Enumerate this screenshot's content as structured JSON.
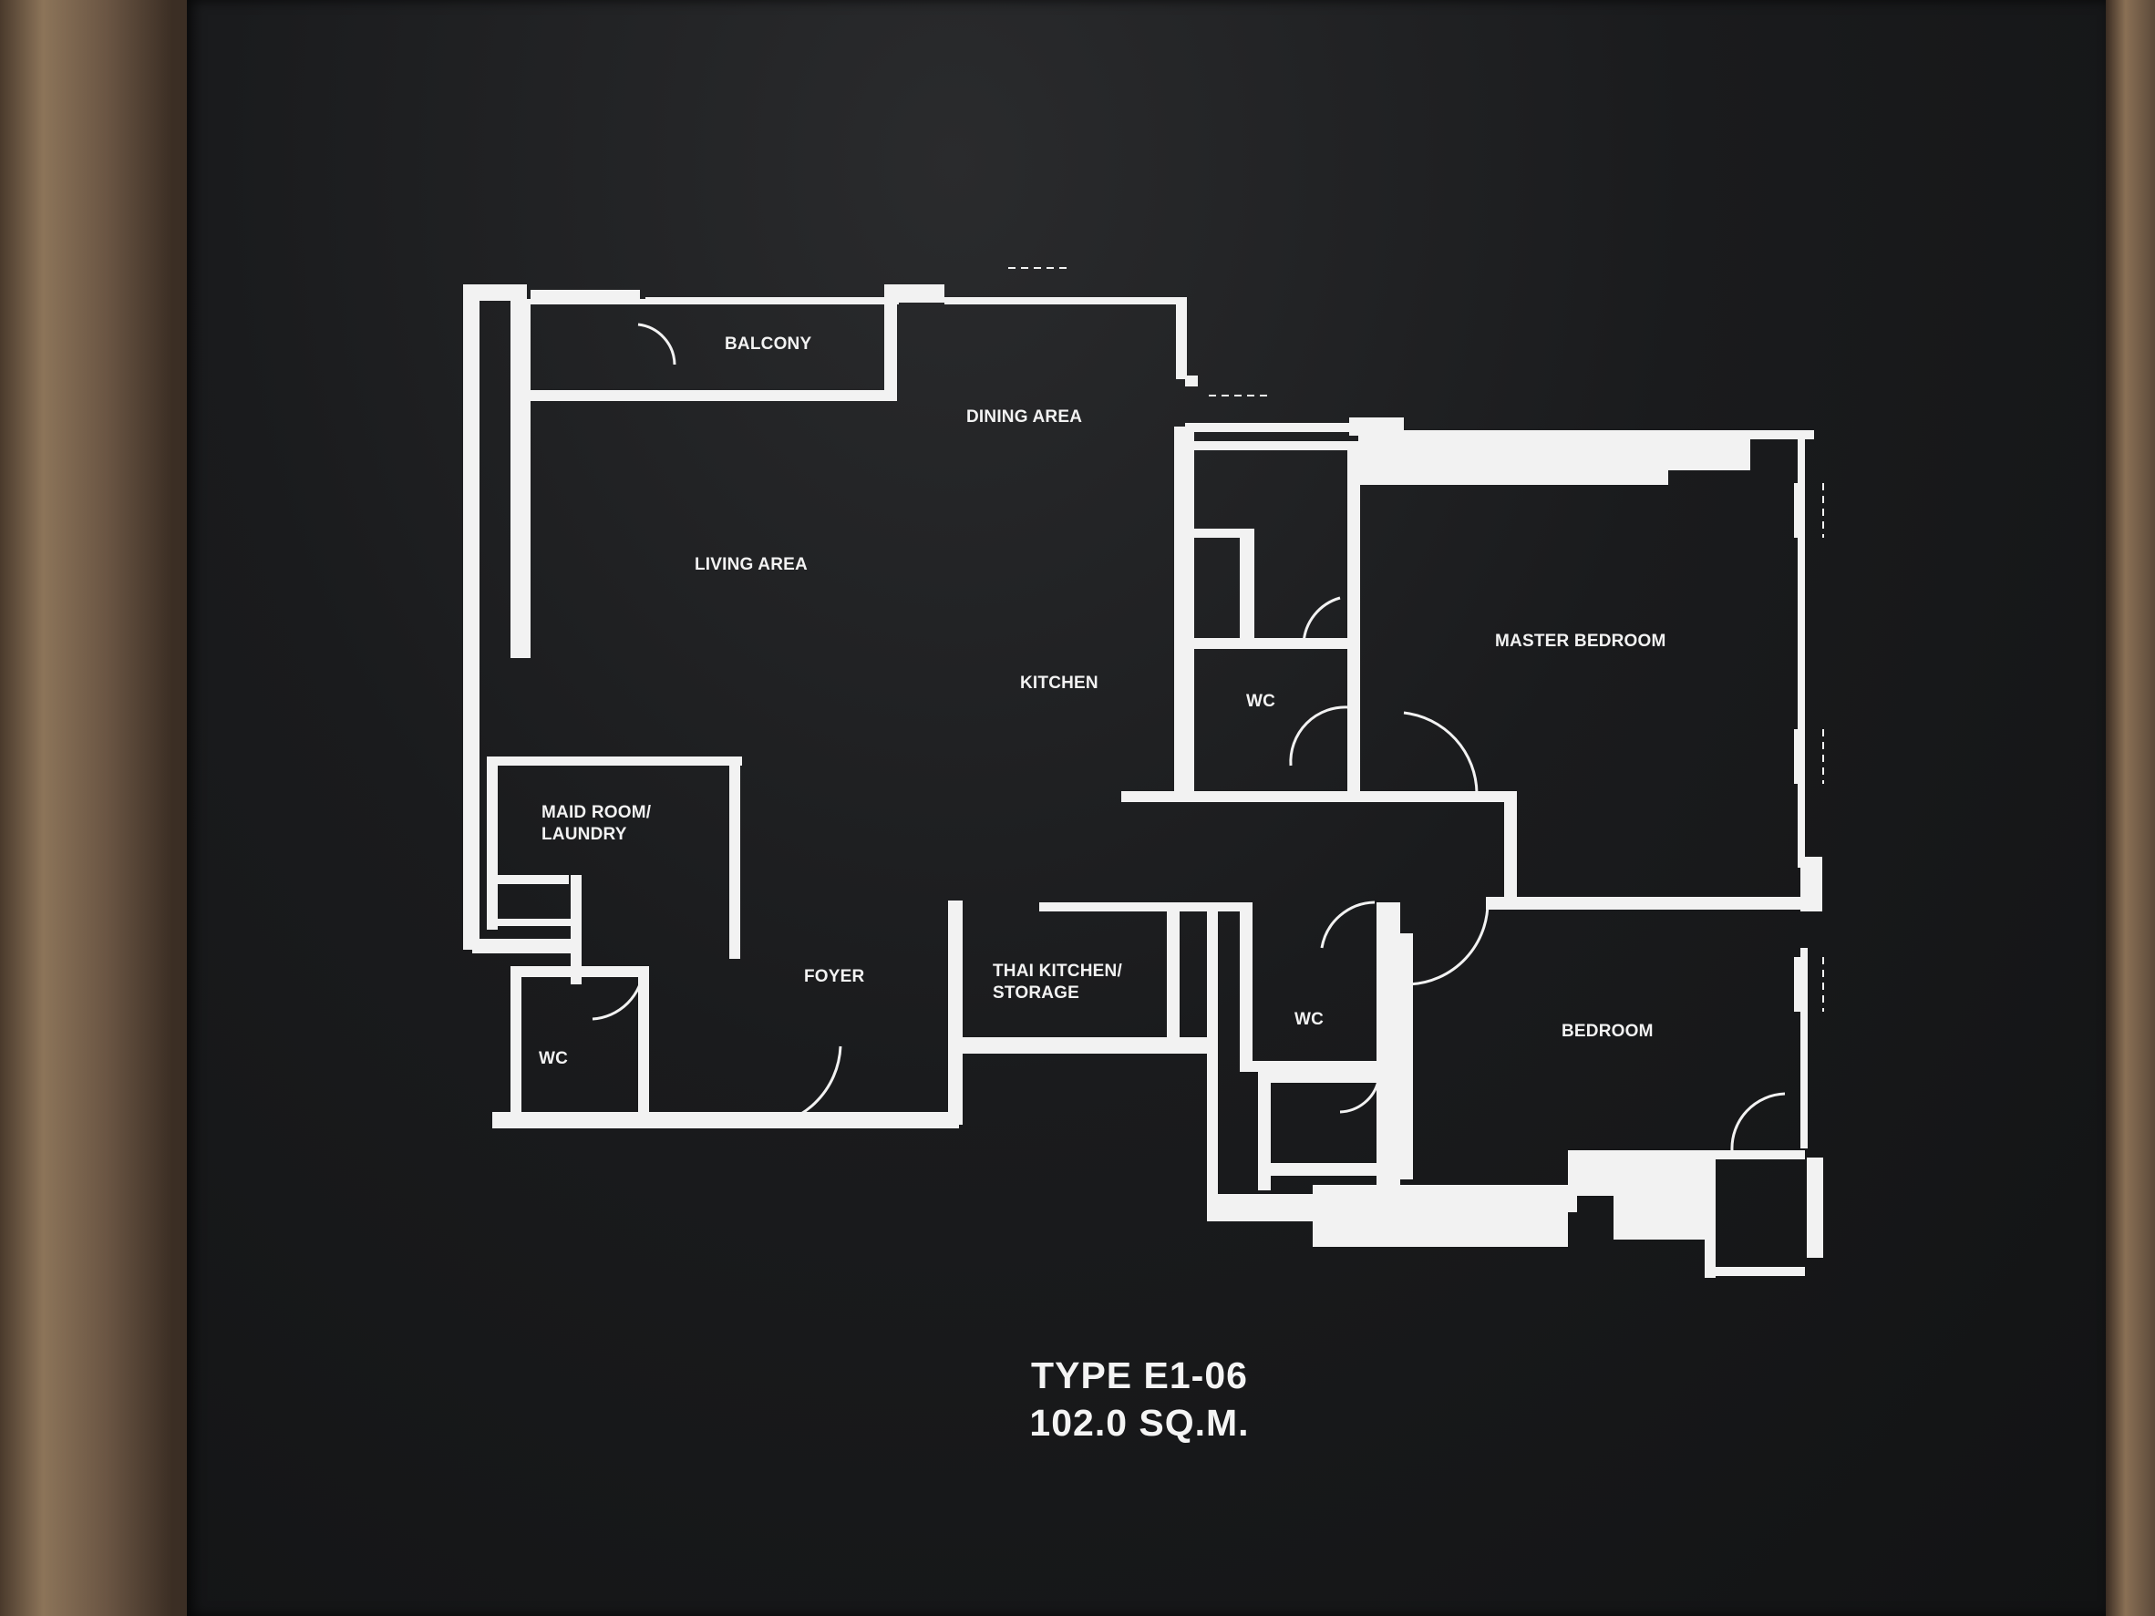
{
  "plan": {
    "rooms": {
      "balcony": "BALCONY",
      "dining_area": "DINING AREA",
      "living_area": "LIVING AREA",
      "kitchen": "KITCHEN",
      "master_bedroom": "MASTER BEDROOM",
      "wc_master": "WC",
      "maid_room_line1": "MAID ROOM/",
      "maid_room_line2": "LAUNDRY",
      "foyer": "FOYER",
      "thai_kitchen_line1": "THAI KITCHEN/",
      "thai_kitchen_line2": "STORAGE",
      "wc_maid": "WC",
      "wc_common": "WC",
      "bedroom": "BEDROOM"
    }
  },
  "caption": {
    "type": "TYPE E1-06",
    "area": "102.0 SQ.M."
  },
  "colors": {
    "board": "#1a1b1d",
    "lines": "#f2f2f2",
    "frame": "#6a5543"
  }
}
